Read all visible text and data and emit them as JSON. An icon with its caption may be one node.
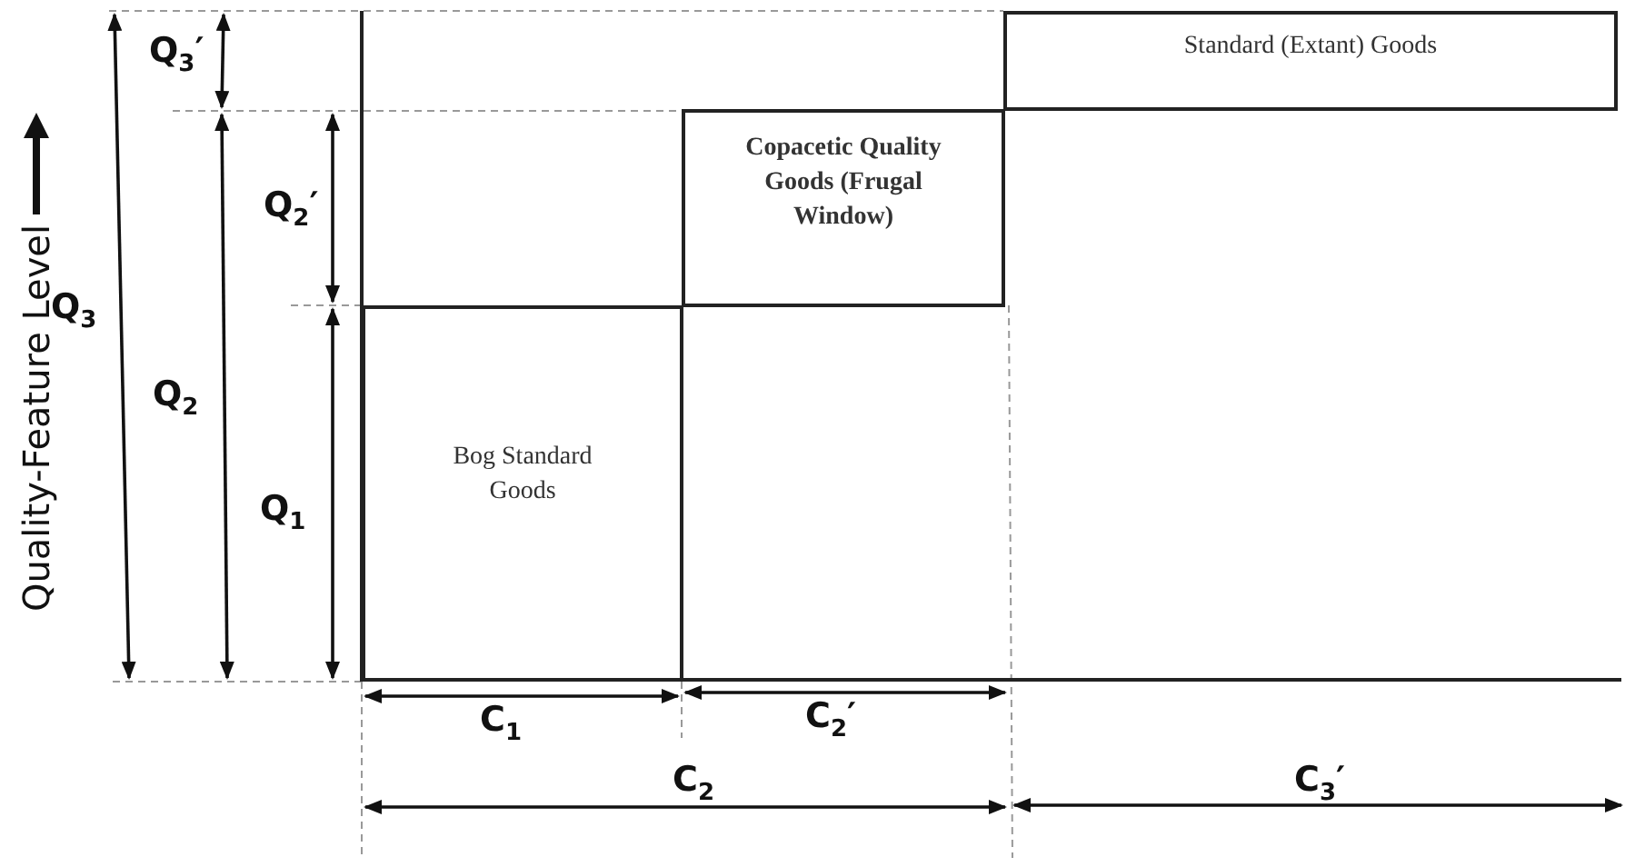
{
  "diagram": {
    "nodes": [
      {
        "text": [
          "Bog Standard Goods"
        ]
      },
      {
        "text": [
          "Copacetic Quality Goods (Frugal Window)"
        ]
      },
      {
        "text": [
          "Standard (Extant) Goods"
        ]
      }
    ],
    "labels": [
      "Q$_{3}$′",
      "Q$_{2}$′",
      "Q$_{3}$",
      "Quality-Feature Level",
      "Q$_{2}$",
      "Q$_{1}$",
      "C$_{1}$",
      "C$_{2}$′",
      "C$_{2}$",
      "C$_{3}$′"
    ]
  }
}
